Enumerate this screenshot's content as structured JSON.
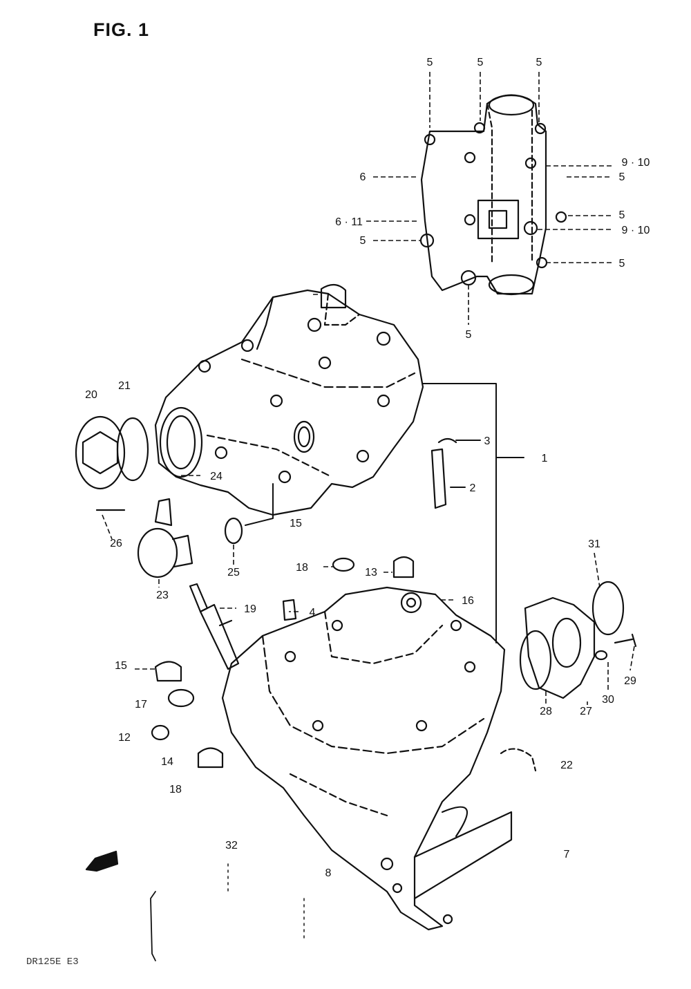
{
  "figure": {
    "title": "FIG. 1",
    "model_code": "DR125E E3",
    "fwd_label": "FWD"
  },
  "callouts": [
    {
      "id": "c1",
      "label": "1"
    },
    {
      "id": "c2",
      "label": "2"
    },
    {
      "id": "c3",
      "label": "3"
    },
    {
      "id": "c4",
      "label": "4"
    },
    {
      "id": "c5a",
      "label": "5"
    },
    {
      "id": "c5b",
      "label": "5"
    },
    {
      "id": "c5c",
      "label": "5"
    },
    {
      "id": "c5d",
      "label": "5"
    },
    {
      "id": "c5e",
      "label": "5"
    },
    {
      "id": "c5f",
      "label": "5"
    },
    {
      "id": "c5g",
      "label": "5"
    },
    {
      "id": "c5h",
      "label": "5"
    },
    {
      "id": "c6",
      "label": "6"
    },
    {
      "id": "c611",
      "label": "6 · 11"
    },
    {
      "id": "c910a",
      "label": "9 · 10"
    },
    {
      "id": "c910b",
      "label": "9 · 10"
    },
    {
      "id": "c7",
      "label": "7"
    },
    {
      "id": "c8",
      "label": "8"
    },
    {
      "id": "c12",
      "label": "12"
    },
    {
      "id": "c13",
      "label": "13"
    },
    {
      "id": "c14",
      "label": "14"
    },
    {
      "id": "c15a",
      "label": "15"
    },
    {
      "id": "c15b",
      "label": "15"
    },
    {
      "id": "c16",
      "label": "16"
    },
    {
      "id": "c17",
      "label": "17"
    },
    {
      "id": "c18a",
      "label": "18"
    },
    {
      "id": "c18b",
      "label": "18"
    },
    {
      "id": "c19",
      "label": "19"
    },
    {
      "id": "c20",
      "label": "20"
    },
    {
      "id": "c21",
      "label": "21"
    },
    {
      "id": "c22",
      "label": "22"
    },
    {
      "id": "c23",
      "label": "23"
    },
    {
      "id": "c24",
      "label": "24"
    },
    {
      "id": "c25",
      "label": "25"
    },
    {
      "id": "c26",
      "label": "26"
    },
    {
      "id": "c27",
      "label": "27"
    },
    {
      "id": "c28",
      "label": "28"
    },
    {
      "id": "c29",
      "label": "29"
    },
    {
      "id": "c30",
      "label": "30"
    },
    {
      "id": "c31",
      "label": "31"
    },
    {
      "id": "c32",
      "label": "32"
    }
  ]
}
